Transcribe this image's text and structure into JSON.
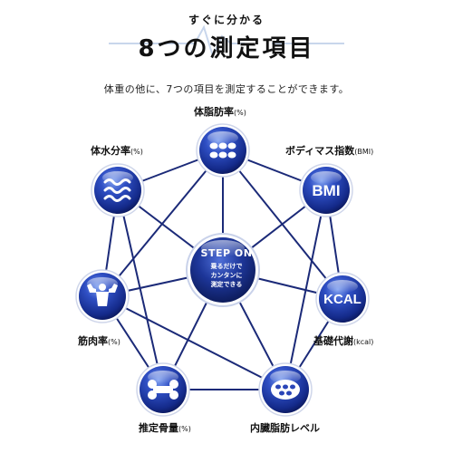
{
  "header": {
    "subtitle": "すぐに分かる",
    "title": "8つの測定項目"
  },
  "intro": "体重の他に、7つの項目を測定することができます。",
  "center": {
    "title": "STEP ON",
    "sub": "乗るだけで\nカンタンに\n測定できる"
  },
  "items": [
    {
      "label": "体脂肪率",
      "suffix": "(%)",
      "icon": "dots-icon"
    },
    {
      "label": "ボディマス指数",
      "suffix": "(BMI)",
      "icon": "bmi-text",
      "icon_text": "BMI"
    },
    {
      "label": "基礎代謝",
      "suffix": "(kcal)",
      "icon": "kcal-text",
      "icon_text": "KCAL"
    },
    {
      "label": "内臓脂肪レベル",
      "suffix": "",
      "icon": "dots-icon"
    },
    {
      "label": "推定骨量",
      "suffix": "(%)",
      "icon": "bone-icon"
    },
    {
      "label": "筋肉率",
      "suffix": "(%)",
      "icon": "muscle-icon"
    },
    {
      "label": "体水分率",
      "suffix": "(%)",
      "icon": "water-waves-icon"
    }
  ],
  "colors": {
    "node_dark": "#0f1f6e",
    "node_mid": "#2a45b8",
    "node_light": "#6e8fe8",
    "line": "#1b2a78",
    "accent_light": "#c8d6ec"
  }
}
